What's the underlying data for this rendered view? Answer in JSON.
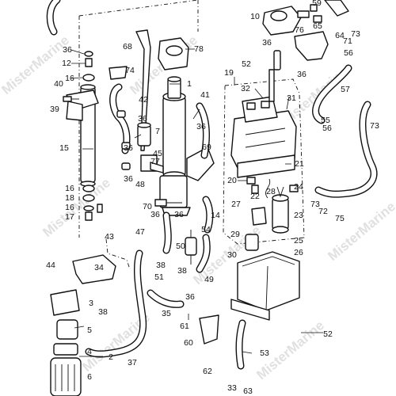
{
  "watermark": "MisterMarine",
  "callouts": [
    "1",
    "2",
    "3",
    "4",
    "5",
    "6",
    "7",
    "10",
    "12",
    "14",
    "15",
    "16",
    "16",
    "16",
    "17",
    "18",
    "19",
    "20",
    "21",
    "22",
    "23",
    "24",
    "25",
    "26",
    "27",
    "28",
    "29",
    "30",
    "31",
    "32",
    "33",
    "34",
    "35",
    "36",
    "36",
    "36",
    "36",
    "36",
    "36",
    "36",
    "36",
    "36",
    "36",
    "37",
    "38",
    "38",
    "38",
    "39",
    "40",
    "41",
    "42",
    "43",
    "44",
    "45",
    "47",
    "48",
    "49",
    "50",
    "51",
    "52",
    "52",
    "53",
    "54",
    "55",
    "56",
    "56",
    "57",
    "59",
    "60",
    "61",
    "62",
    "63",
    "64",
    "65",
    "68",
    "69",
    "70",
    "71",
    "72",
    "73",
    "73",
    "73",
    "74",
    "75",
    "76",
    "77",
    "78"
  ]
}
